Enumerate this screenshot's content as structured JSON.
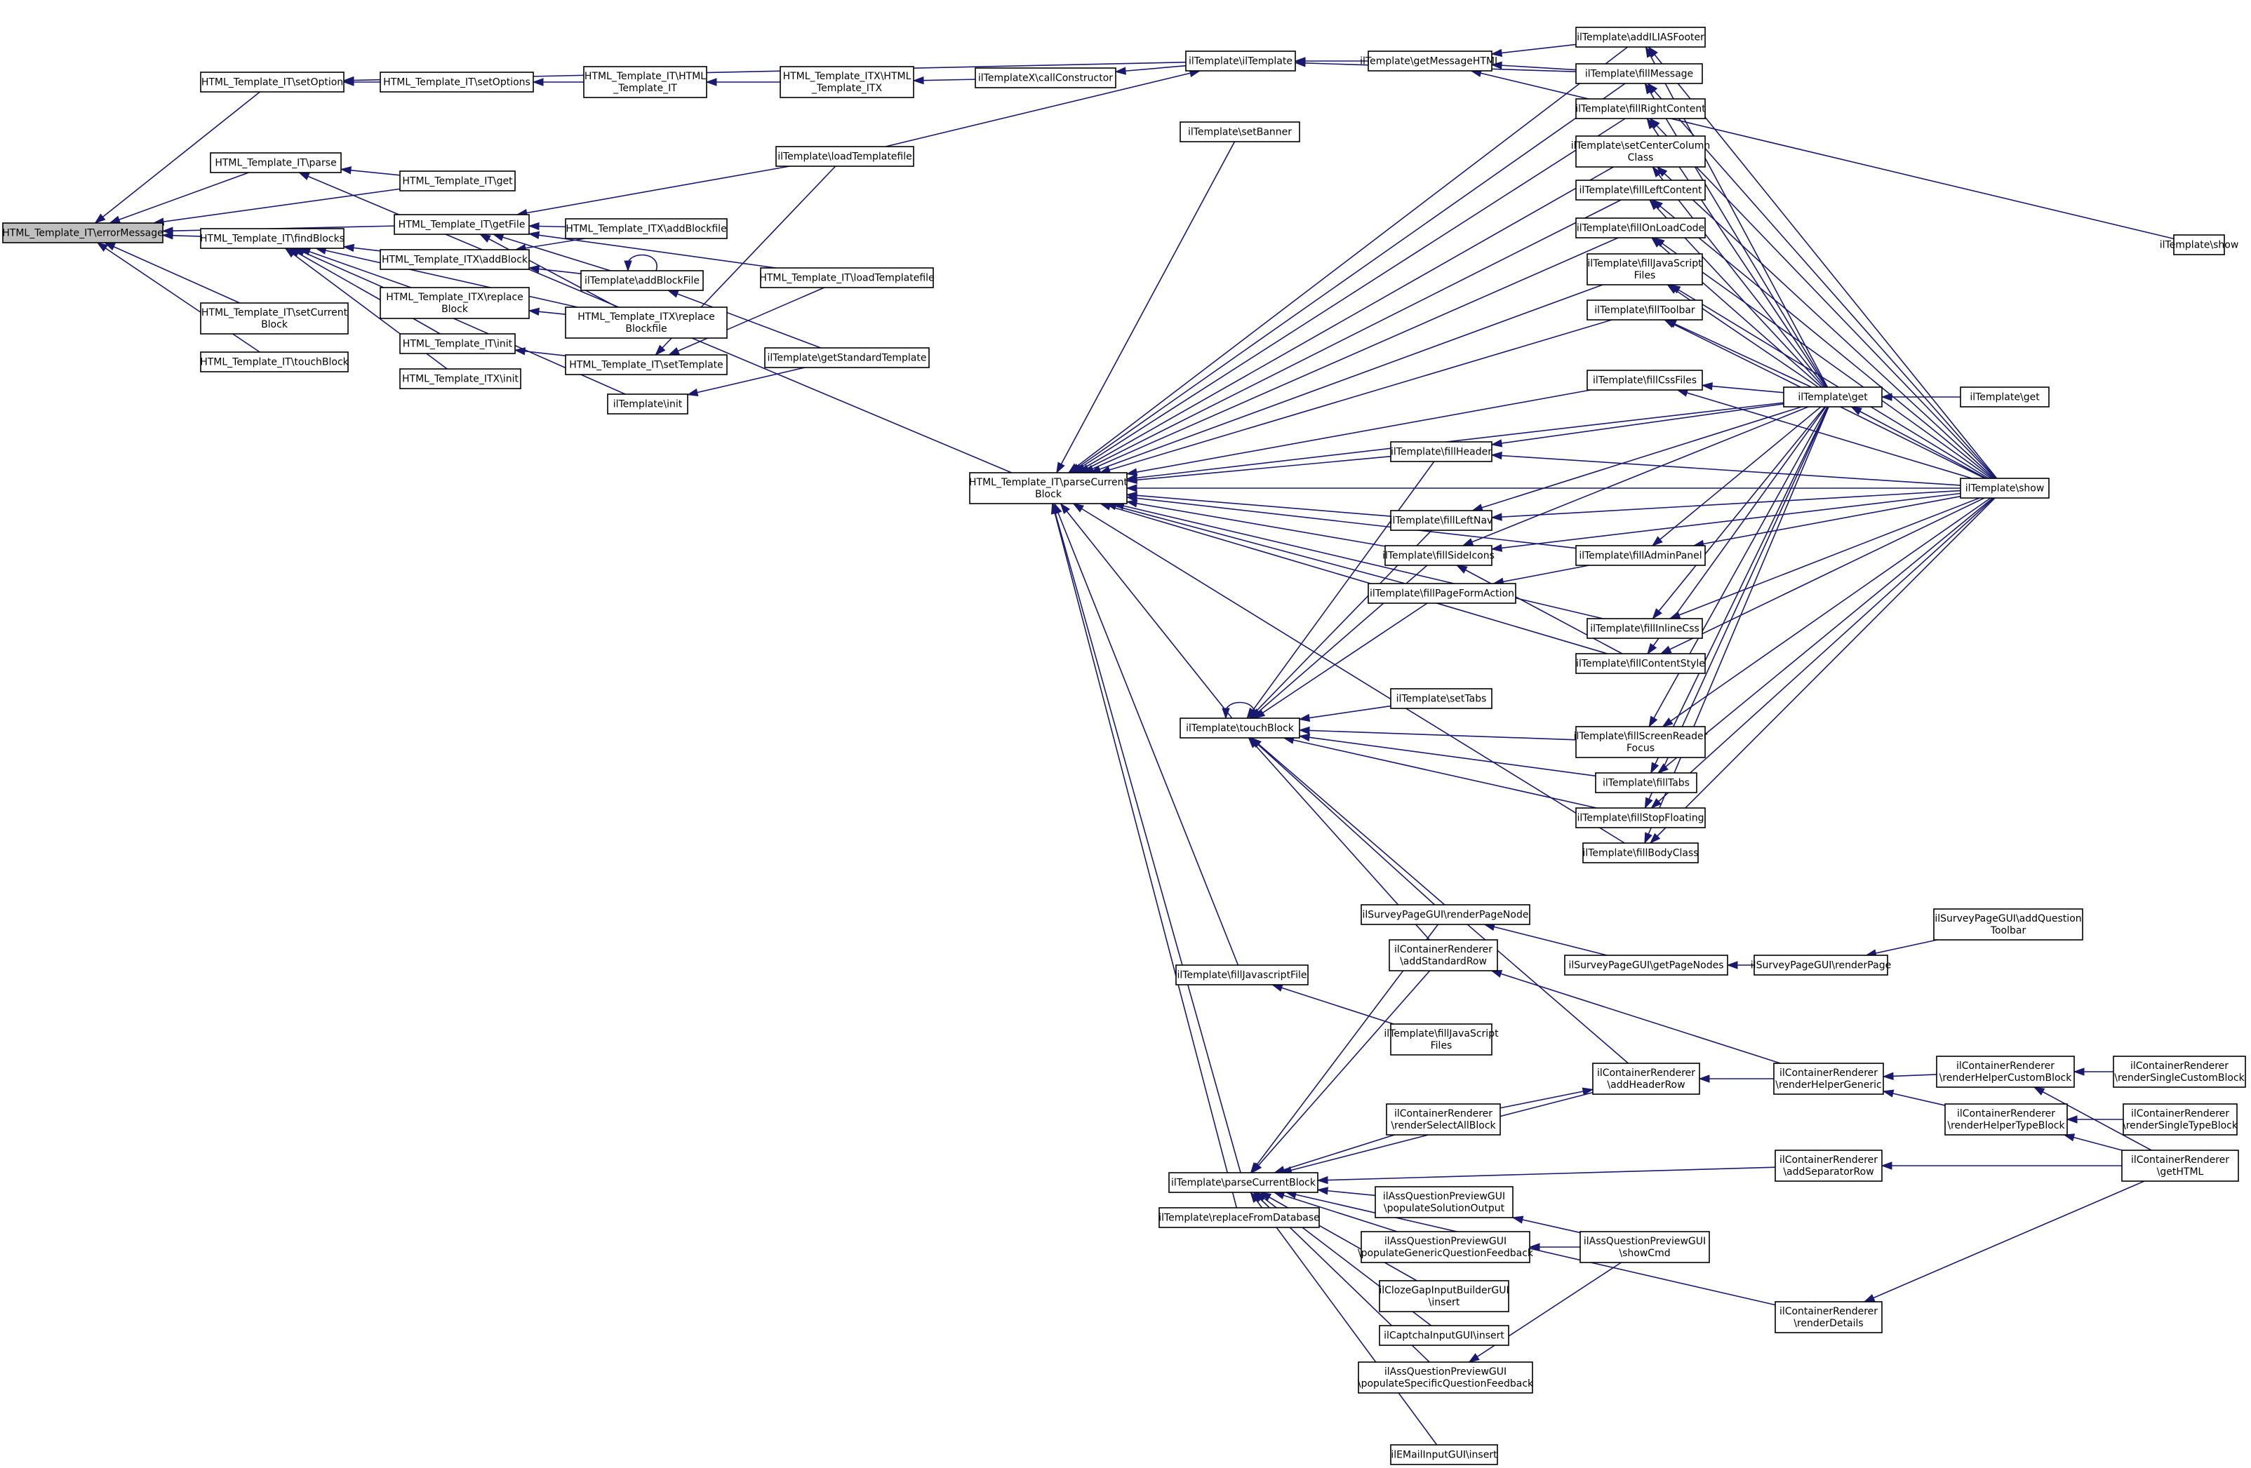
{
  "diagram": {
    "nodes": [
      {
        "id": "errorMessage",
        "lines": [
          "HTML_Template_IT\\errorMessage"
        ],
        "root": true
      },
      {
        "id": "setOption",
        "lines": [
          "HTML_Template_IT\\setOption"
        ]
      },
      {
        "id": "setOptions",
        "lines": [
          "HTML_Template_IT\\setOptions"
        ]
      },
      {
        "id": "htmlIT",
        "lines": [
          "HTML_Template_IT\\HTML",
          "_Template_IT"
        ]
      },
      {
        "id": "htmlITX",
        "lines": [
          "HTML_Template_ITX\\HTML",
          "_Template_ITX"
        ]
      },
      {
        "id": "callConstructor",
        "lines": [
          "ilTemplateX\\callConstructor"
        ]
      },
      {
        "id": "ilTemplateCtor",
        "lines": [
          "ilTemplate\\ilTemplate"
        ]
      },
      {
        "id": "parse",
        "lines": [
          "HTML_Template_IT\\parse"
        ]
      },
      {
        "id": "itGet",
        "lines": [
          "HTML_Template_IT\\get"
        ]
      },
      {
        "id": "getFile",
        "lines": [
          "HTML_Template_IT\\getFile"
        ]
      },
      {
        "id": "loadTemplatefile",
        "lines": [
          "ilTemplate\\loadTemplatefile"
        ]
      },
      {
        "id": "itxAddBlockfile",
        "lines": [
          "HTML_Template_ITX\\addBlockfile"
        ]
      },
      {
        "id": "findBlocks",
        "lines": [
          "HTML_Template_IT\\findBlocks"
        ]
      },
      {
        "id": "itxAddBlock",
        "lines": [
          "HTML_Template_ITX\\addBlock"
        ]
      },
      {
        "id": "addBlockFile",
        "lines": [
          "ilTemplate\\addBlockFile"
        ]
      },
      {
        "id": "itLoadTemplatefile",
        "lines": [
          "HTML_Template_IT\\loadTemplatefile"
        ]
      },
      {
        "id": "itxReplaceBlock",
        "lines": [
          "HTML_Template_ITX\\replace",
          "Block"
        ]
      },
      {
        "id": "itxReplaceBlockfile",
        "lines": [
          "HTML_Template_ITX\\replace",
          "Blockfile"
        ]
      },
      {
        "id": "setCurrentBlock",
        "lines": [
          "HTML_Template_IT\\setCurrent",
          "Block"
        ]
      },
      {
        "id": "itInit",
        "lines": [
          "HTML_Template_IT\\init"
        ]
      },
      {
        "id": "setTemplate",
        "lines": [
          "HTML_Template_IT\\setTemplate"
        ]
      },
      {
        "id": "getStandardTemplate",
        "lines": [
          "ilTemplate\\getStandardTemplate"
        ]
      },
      {
        "id": "itTouchBlock",
        "lines": [
          "HTML_Template_IT\\touchBlock"
        ]
      },
      {
        "id": "itxInit",
        "lines": [
          "HTML_Template_ITX\\init"
        ]
      },
      {
        "id": "ilInit",
        "lines": [
          "ilTemplate\\init"
        ]
      },
      {
        "id": "parseCurrentBlockIT",
        "lines": [
          "HTML_Template_IT\\parseCurrent",
          "Block"
        ]
      },
      {
        "id": "getMessageHTML",
        "lines": [
          "ilTemplate\\getMessageHTML"
        ]
      },
      {
        "id": "addILIASFooter",
        "lines": [
          "ilTemplate\\addILIASFooter"
        ]
      },
      {
        "id": "fillMessage",
        "lines": [
          "ilTemplate\\fillMessage"
        ]
      },
      {
        "id": "setBanner",
        "lines": [
          "ilTemplate\\setBanner"
        ]
      },
      {
        "id": "fillRightContent",
        "lines": [
          "ilTemplate\\fillRightContent"
        ]
      },
      {
        "id": "setCenterColumnClass",
        "lines": [
          "ilTemplate\\setCenterColumn",
          "Class"
        ]
      },
      {
        "id": "fillLeftContent",
        "lines": [
          "ilTemplate\\fillLeftContent"
        ]
      },
      {
        "id": "fillOnLoadCode",
        "lines": [
          "ilTemplate\\fillOnLoadCode"
        ]
      },
      {
        "id": "fillJavaScriptFiles",
        "lines": [
          "ilTemplate\\fillJavaScript",
          "Files"
        ]
      },
      {
        "id": "fillToolbar",
        "lines": [
          "ilTemplate\\fillToolbar"
        ]
      },
      {
        "id": "fillCssFiles",
        "lines": [
          "ilTemplate\\fillCssFiles"
        ]
      },
      {
        "id": "ilGet",
        "lines": [
          "ilTemplate\\get"
        ]
      },
      {
        "id": "ilGet2",
        "lines": [
          "ilTemplate\\get"
        ]
      },
      {
        "id": "fillHeader",
        "lines": [
          "ilTemplate\\fillHeader"
        ]
      },
      {
        "id": "ilShow",
        "lines": [
          "ilTemplate\\show"
        ]
      },
      {
        "id": "ilShowTop",
        "lines": [
          "ilTemplate\\show"
        ]
      },
      {
        "id": "fillLeftNav",
        "lines": [
          "ilTemplate\\fillLeftNav"
        ]
      },
      {
        "id": "fillSideIcons",
        "lines": [
          "ilTemplate\\fillSideIcons"
        ]
      },
      {
        "id": "fillAdminPanel",
        "lines": [
          "ilTemplate\\fillAdminPanel"
        ]
      },
      {
        "id": "fillPageFormAction",
        "lines": [
          "ilTemplate\\fillPageFormAction"
        ]
      },
      {
        "id": "fillInlineCss",
        "lines": [
          "ilTemplate\\fillInlineCss"
        ]
      },
      {
        "id": "fillContentStyle",
        "lines": [
          "ilTemplate\\fillContentStyle"
        ]
      },
      {
        "id": "ilTouchBlock",
        "lines": [
          "ilTemplate\\touchBlock"
        ]
      },
      {
        "id": "setTabs",
        "lines": [
          "ilTemplate\\setTabs"
        ]
      },
      {
        "id": "fillScreenReaderFocus",
        "lines": [
          "ilTemplate\\fillScreenReader",
          "Focus"
        ]
      },
      {
        "id": "fillTabs",
        "lines": [
          "ilTemplate\\fillTabs"
        ]
      },
      {
        "id": "fillStopFloating",
        "lines": [
          "ilTemplate\\fillStopFloating"
        ]
      },
      {
        "id": "fillBodyClass",
        "lines": [
          "ilTemplate\\fillBodyClass"
        ]
      },
      {
        "id": "renderPageNode",
        "lines": [
          "ilSurveyPageGUI\\renderPageNode"
        ]
      },
      {
        "id": "getPageNodes",
        "lines": [
          "ilSurveyPageGUI\\getPageNodes"
        ]
      },
      {
        "id": "renderPage",
        "lines": [
          "ilSurveyPageGUI\\renderPage"
        ]
      },
      {
        "id": "addQuestionToolbar",
        "lines": [
          "ilSurveyPageGUI\\addQuestion",
          "Toolbar"
        ]
      },
      {
        "id": "addStandardRow",
        "lines": [
          "ilContainerRenderer",
          "\\addStandardRow"
        ]
      },
      {
        "id": "fillJavascriptFile",
        "lines": [
          "ilTemplate\\fillJavascriptFile"
        ]
      },
      {
        "id": "fillJavaScriptFiles2",
        "lines": [
          "ilTemplate\\fillJavaScript",
          "Files"
        ]
      },
      {
        "id": "addHeaderRow",
        "lines": [
          "ilContainerRenderer",
          "\\addHeaderRow"
        ]
      },
      {
        "id": "renderHelperGeneric",
        "lines": [
          "ilContainerRenderer",
          "\\renderHelperGeneric"
        ]
      },
      {
        "id": "renderHelperCustomBlock",
        "lines": [
          "ilContainerRenderer",
          "\\renderHelperCustomBlock"
        ]
      },
      {
        "id": "renderSingleCustomBlock",
        "lines": [
          "ilContainerRenderer",
          "\\renderSingleCustomBlock"
        ]
      },
      {
        "id": "renderSelectAllBlock",
        "lines": [
          "ilContainerRenderer",
          "\\renderSelectAllBlock"
        ]
      },
      {
        "id": "renderHelperTypeBlock",
        "lines": [
          "ilContainerRenderer",
          "\\renderHelperTypeBlock"
        ]
      },
      {
        "id": "renderSingleTypeBlock",
        "lines": [
          "ilContainerRenderer",
          "\\renderSingleTypeBlock"
        ]
      },
      {
        "id": "ilParseCurrentBlock",
        "lines": [
          "ilTemplate\\parseCurrentBlock"
        ]
      },
      {
        "id": "addSeparatorRow",
        "lines": [
          "ilContainerRenderer",
          "\\addSeparatorRow"
        ]
      },
      {
        "id": "getHTML",
        "lines": [
          "ilContainerRenderer",
          "\\getHTML"
        ]
      },
      {
        "id": "replaceFromDatabase",
        "lines": [
          "ilTemplate\\replaceFromDatabase"
        ]
      },
      {
        "id": "populateSolutionOutput",
        "lines": [
          "ilAssQuestionPreviewGUI",
          "\\populateSolutionOutput"
        ]
      },
      {
        "id": "populateGenericQuestionFeedback",
        "lines": [
          "ilAssQuestionPreviewGUI",
          "\\populateGenericQuestionFeedback"
        ]
      },
      {
        "id": "showCmd",
        "lines": [
          "ilAssQuestionPreviewGUI",
          "\\showCmd"
        ]
      },
      {
        "id": "clozeInsert",
        "lines": [
          "ilClozeGapInputBuilderGUI",
          "\\insert"
        ]
      },
      {
        "id": "captchaInsert",
        "lines": [
          "ilCaptchaInputGUI\\insert"
        ]
      },
      {
        "id": "renderDetails",
        "lines": [
          "ilContainerRenderer",
          "\\renderDetails"
        ]
      },
      {
        "id": "populateSpecificQuestionFeedback",
        "lines": [
          "ilAssQuestionPreviewGUI",
          "\\populateSpecificQuestionFeedback"
        ]
      },
      {
        "id": "emailInsert",
        "lines": [
          "ilEMailInputGUI\\insert"
        ]
      }
    ],
    "edges": [
      [
        "setOption",
        "errorMessage"
      ],
      [
        "parse",
        "errorMessage"
      ],
      [
        "itGet",
        "errorMessage"
      ],
      [
        "getFile",
        "errorMessage"
      ],
      [
        "findBlocks",
        "errorMessage"
      ],
      [
        "setCurrentBlock",
        "errorMessage"
      ],
      [
        "itTouchBlock",
        "errorMessage"
      ],
      [
        "setOptions",
        "setOption"
      ],
      [
        "ilTemplateCtor",
        "setOption"
      ],
      [
        "htmlIT",
        "setOptions"
      ],
      [
        "htmlITX",
        "htmlIT"
      ],
      [
        "callConstructor",
        "htmlITX"
      ],
      [
        "ilTemplateCtor",
        "callConstructor"
      ],
      [
        "getMessageHTML",
        "ilTemplateCtor"
      ],
      [
        "fillMessage",
        "ilTemplateCtor"
      ],
      [
        "loadTemplatefile",
        "ilTemplateCtor"
      ],
      [
        "itGet",
        "parse"
      ],
      [
        "parseCurrentBlockIT",
        "parse"
      ],
      [
        "loadTemplatefile",
        "getFile"
      ],
      [
        "itLoadTemplatefile",
        "getFile"
      ],
      [
        "itxAddBlockfile",
        "getFile"
      ],
      [
        "addBlockFile",
        "getFile"
      ],
      [
        "itxReplaceBlockfile",
        "getFile"
      ],
      [
        "itxAddBlock",
        "findBlocks"
      ],
      [
        "itxReplaceBlock",
        "findBlocks"
      ],
      [
        "itInit",
        "findBlocks"
      ],
      [
        "itxInit",
        "findBlocks"
      ],
      [
        "ilInit",
        "findBlocks"
      ],
      [
        "itxReplaceBlockfile",
        "findBlocks"
      ],
      [
        "itxAddBlockfile",
        "itxAddBlock"
      ],
      [
        "addBlockFile",
        "itxAddBlock"
      ],
      [
        "addBlockFile",
        "addBlockFile"
      ],
      [
        "getStandardTemplate",
        "addBlockFile"
      ],
      [
        "itxReplaceBlockfile",
        "itxReplaceBlock"
      ],
      [
        "setTemplate",
        "itInit"
      ],
      [
        "itLoadTemplatefile",
        "setTemplate"
      ],
      [
        "loadTemplatefile",
        "setTemplate"
      ],
      [
        "getStandardTemplate",
        "ilInit"
      ],
      [
        "addILIASFooter",
        "parseCurrentBlockIT"
      ],
      [
        "fillMessage",
        "parseCurrentBlockIT"
      ],
      [
        "setBanner",
        "parseCurrentBlockIT"
      ],
      [
        "fillRightContent",
        "parseCurrentBlockIT"
      ],
      [
        "setCenterColumnClass",
        "parseCurrentBlockIT"
      ],
      [
        "fillLeftContent",
        "parseCurrentBlockIT"
      ],
      [
        "fillOnLoadCode",
        "parseCurrentBlockIT"
      ],
      [
        "fillJavaScriptFiles",
        "parseCurrentBlockIT"
      ],
      [
        "fillToolbar",
        "parseCurrentBlockIT"
      ],
      [
        "fillCssFiles",
        "parseCurrentBlockIT"
      ],
      [
        "fillHeader",
        "parseCurrentBlockIT"
      ],
      [
        "fillLeftNav",
        "parseCurrentBlockIT"
      ],
      [
        "fillSideIcons",
        "parseCurrentBlockIT"
      ],
      [
        "fillAdminPanel",
        "parseCurrentBlockIT"
      ],
      [
        "fillPageFormAction",
        "parseCurrentBlockIT"
      ],
      [
        "fillInlineCss",
        "parseCurrentBlockIT"
      ],
      [
        "fillContentStyle",
        "parseCurrentBlockIT"
      ],
      [
        "ilTouchBlock",
        "parseCurrentBlockIT"
      ],
      [
        "fillBodyClass",
        "parseCurrentBlockIT"
      ],
      [
        "fillJavascriptFile",
        "parseCurrentBlockIT"
      ],
      [
        "ilParseCurrentBlock",
        "parseCurrentBlockIT"
      ],
      [
        "replaceFromDatabase",
        "parseCurrentBlockIT"
      ],
      [
        "ilGet",
        "parseCurrentBlockIT"
      ],
      [
        "ilShow",
        "parseCurrentBlockIT"
      ],
      [
        "addILIASFooter",
        "getMessageHTML"
      ],
      [
        "fillMessage",
        "getMessageHTML"
      ],
      [
        "ilShowTop",
        "getMessageHTML"
      ],
      [
        "ilGet",
        "addILIASFooter"
      ],
      [
        "ilShow",
        "addILIASFooter"
      ],
      [
        "ilGet",
        "fillMessage"
      ],
      [
        "ilShow",
        "fillMessage"
      ],
      [
        "ilGet",
        "fillRightContent"
      ],
      [
        "ilShow",
        "fillRightContent"
      ],
      [
        "ilGet",
        "setCenterColumnClass"
      ],
      [
        "ilShow",
        "setCenterColumnClass"
      ],
      [
        "ilGet",
        "fillLeftContent"
      ],
      [
        "ilShow",
        "fillLeftContent"
      ],
      [
        "ilGet",
        "fillOnLoadCode"
      ],
      [
        "ilShow",
        "fillOnLoadCode"
      ],
      [
        "ilGet",
        "fillJavaScriptFiles"
      ],
      [
        "ilShow",
        "fillJavaScriptFiles"
      ],
      [
        "ilGet",
        "fillToolbar"
      ],
      [
        "ilShow",
        "fillToolbar"
      ],
      [
        "ilGet",
        "fillCssFiles"
      ],
      [
        "ilShow",
        "fillCssFiles"
      ],
      [
        "ilGet",
        "fillHeader"
      ],
      [
        "ilShow",
        "fillHeader"
      ],
      [
        "ilGet",
        "fillLeftNav"
      ],
      [
        "ilShow",
        "fillLeftNav"
      ],
      [
        "ilGet",
        "fillSideIcons"
      ],
      [
        "ilShow",
        "fillSideIcons"
      ],
      [
        "ilGet",
        "fillAdminPanel"
      ],
      [
        "ilShow",
        "fillAdminPanel"
      ],
      [
        "ilGet",
        "fillInlineCss"
      ],
      [
        "ilShow",
        "fillInlineCss"
      ],
      [
        "ilGet",
        "fillContentStyle"
      ],
      [
        "ilShow",
        "fillContentStyle"
      ],
      [
        "ilGet",
        "fillScreenReaderFocus"
      ],
      [
        "ilShow",
        "fillScreenReaderFocus"
      ],
      [
        "ilGet",
        "fillTabs"
      ],
      [
        "ilShow",
        "fillTabs"
      ],
      [
        "ilGet",
        "fillStopFloating"
      ],
      [
        "ilShow",
        "fillStopFloating"
      ],
      [
        "ilGet",
        "fillBodyClass"
      ],
      [
        "ilShow",
        "fillBodyClass"
      ],
      [
        "ilGet2",
        "ilGet"
      ],
      [
        "ilShow",
        "ilGet"
      ],
      [
        "fillAdminPanel",
        "fillPageFormAction"
      ],
      [
        "fillContentStyle",
        "fillSideIcons"
      ],
      [
        "fillHeader",
        "ilTouchBlock"
      ],
      [
        "fillLeftNav",
        "ilTouchBlock"
      ],
      [
        "fillSideIcons",
        "ilTouchBlock"
      ],
      [
        "fillPageFormAction",
        "ilTouchBlock"
      ],
      [
        "setTabs",
        "ilTouchBlock"
      ],
      [
        "fillScreenReaderFocus",
        "ilTouchBlock"
      ],
      [
        "fillTabs",
        "ilTouchBlock"
      ],
      [
        "fillStopFloating",
        "ilTouchBlock"
      ],
      [
        "renderPageNode",
        "ilTouchBlock"
      ],
      [
        "addStandardRow",
        "ilTouchBlock"
      ],
      [
        "addHeaderRow",
        "ilTouchBlock"
      ],
      [
        "ilTouchBlock",
        "ilTouchBlock"
      ],
      [
        "getPageNodes",
        "renderPageNode"
      ],
      [
        "renderPage",
        "getPageNodes"
      ],
      [
        "addQuestionToolbar",
        "renderPage"
      ],
      [
        "fillJavaScriptFiles2",
        "fillJavascriptFile"
      ],
      [
        "renderHelperGeneric",
        "addStandardRow"
      ],
      [
        "renderHelperGeneric",
        "addHeaderRow"
      ],
      [
        "renderSelectAllBlock",
        "addHeaderRow"
      ],
      [
        "renderHelperCustomBlock",
        "renderHelperGeneric"
      ],
      [
        "renderHelperTypeBlock",
        "renderHelperGeneric"
      ],
      [
        "renderSingleCustomBlock",
        "renderHelperCustomBlock"
      ],
      [
        "getHTML",
        "renderHelperCustomBlock"
      ],
      [
        "renderSingleTypeBlock",
        "renderHelperTypeBlock"
      ],
      [
        "getHTML",
        "renderHelperTypeBlock"
      ],
      [
        "renderPageNode",
        "ilParseCurrentBlock"
      ],
      [
        "addStandardRow",
        "ilParseCurrentBlock"
      ],
      [
        "addHeaderRow",
        "ilParseCurrentBlock"
      ],
      [
        "renderSelectAllBlock",
        "ilParseCurrentBlock"
      ],
      [
        "addSeparatorRow",
        "ilParseCurrentBlock"
      ],
      [
        "populateSolutionOutput",
        "ilParseCurrentBlock"
      ],
      [
        "populateGenericQuestionFeedback",
        "ilParseCurrentBlock"
      ],
      [
        "clozeInsert",
        "ilParseCurrentBlock"
      ],
      [
        "captchaInsert",
        "ilParseCurrentBlock"
      ],
      [
        "populateSpecificQuestionFeedback",
        "ilParseCurrentBlock"
      ],
      [
        "emailInsert",
        "ilParseCurrentBlock"
      ],
      [
        "renderDetails",
        "ilParseCurrentBlock"
      ],
      [
        "getHTML",
        "addSeparatorRow"
      ],
      [
        "getHTML",
        "renderDetails"
      ],
      [
        "showCmd",
        "populateSolutionOutput"
      ],
      [
        "showCmd",
        "populateGenericQuestionFeedback"
      ],
      [
        "showCmd",
        "populateSpecificQuestionFeedback"
      ]
    ]
  }
}
